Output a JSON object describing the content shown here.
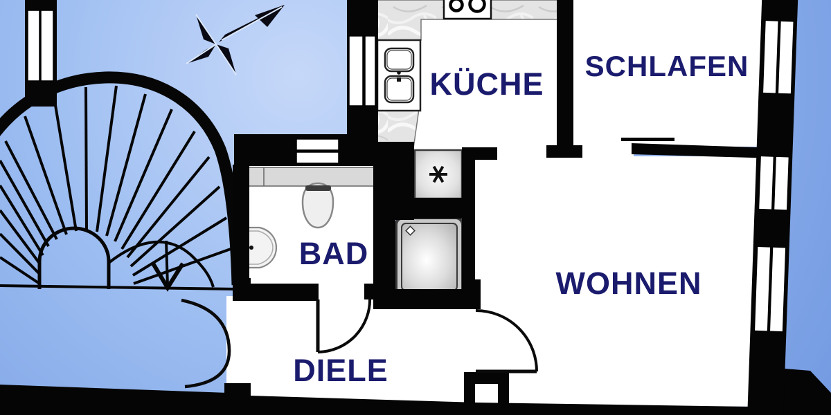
{
  "floorplan": {
    "title": "apartment-floor-plan",
    "rooms": [
      {
        "id": "kueche",
        "label": "KÜCHE"
      },
      {
        "id": "schlafen",
        "label": "SCHLAFEN"
      },
      {
        "id": "bad",
        "label": "BAD"
      },
      {
        "id": "wohnen",
        "label": "WOHNEN"
      },
      {
        "id": "diele",
        "label": "DIELE"
      }
    ],
    "symbols": {
      "shaft_marker": "✳",
      "north_arrow": "compass-rose pointing north-east",
      "fixtures": [
        "stove",
        "kitchen-sink",
        "kitchen-counter",
        "ventilation-shaft",
        "toilet",
        "washbasin",
        "shower",
        "bathroom-shelf",
        "winder-staircase",
        "entrance-double-door"
      ]
    },
    "colors": {
      "wall": "#000000",
      "room_floor": "#ffffff",
      "label": "#1b1b6e",
      "background_light": "#c3d6f8",
      "background_dark": "#6f96e0",
      "counter_marble": "#e4e4e4",
      "shelf_gray": "#d9d9d9",
      "shower_pad": "#c9c9c9"
    }
  }
}
